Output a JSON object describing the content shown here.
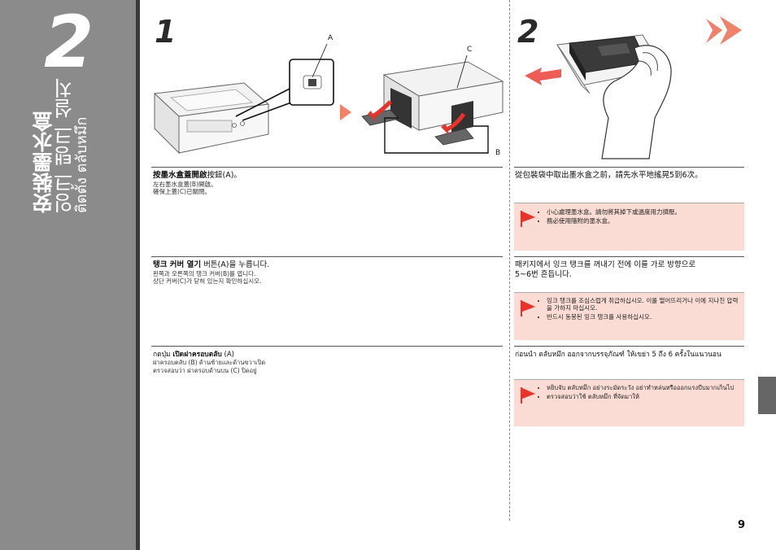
{
  "sidebar": {
    "step_number": "2",
    "title_line1": "安裝墨水盒",
    "title_line2": "잉크 탱크 설치",
    "title_line3": "ติดตั้ง ตลับหมึก"
  },
  "step1": {
    "number": "1",
    "labels": {
      "a": "A",
      "b": "B",
      "c": "C"
    },
    "zh": {
      "main_bold": "按墨水盒蓋開啟",
      "main_rest": "按鈕(A)。",
      "sub1": "左右墨水盒蓋(B)開啟。",
      "sub2": "確保上蓋(C)已關閉。"
    },
    "ko": {
      "main_bold": "탱크 커버 열기",
      "main_rest": " 버튼(A)을 누릅니다.",
      "sub1": "왼쪽과 오른쪽의 탱크 커버(B)를 엽니다.",
      "sub2": "상단 커버(C)가 닫혀 있는지 확인하십시오."
    },
    "th": {
      "main_pre": "กดปุ่ม ",
      "main_bold": "เปิดฝาครอบตลับ",
      "main_rest": " (A)",
      "sub1": "ฝาครอบตลับ (B) ด้านซ้ายและด้านขวาเปิด",
      "sub2": "ตรวจสอบว่า ฝาครอบด้านบน (C) ปิดอยู่"
    }
  },
  "step2": {
    "number": "2",
    "zh": {
      "main": "從包裝袋中取出墨水盒之前，請先水平地搖晃5到6次。",
      "caution1": "小心處理墨水盒。請勿將其掉下或過度用力擠壓。",
      "caution2": "務必使用隨附的墨水盒。"
    },
    "ko": {
      "main1": "패키지에서 잉크 탱크를 꺼내기 전에 이를 가로 방향으로",
      "main2": "5~6번 흔듭니다.",
      "caution1": "잉크 탱크를 조심스럽게 취급하십시오. 이를 떨어뜨리거나 이에 지나친 압력을 가하지 마십시오.",
      "caution2": "반드시 동봉된 잉크 탱크를 사용하십시오."
    },
    "th": {
      "main": "ก่อนนำ ตลับหมึก ออกจากบรรจุภัณฑ์ ให้เขย่า 5 ถึง 6 ครั้งในแนวนอน",
      "caution1": "หยิบจับ ตลับหมึก อย่างระมัดระวัง อย่าทำหล่นหรือออกแรงบีบมากเกินไป",
      "caution2": "ตรวจสอบว่าใช้ ตลับหมึก ที่จัดมาให้"
    }
  },
  "page_number": "9",
  "colors": {
    "sidebar": "#8b8b8b",
    "caution_bg": "#fbdcd4",
    "accent_red": "#e8332a",
    "arrow_orange": "#f0826a"
  }
}
